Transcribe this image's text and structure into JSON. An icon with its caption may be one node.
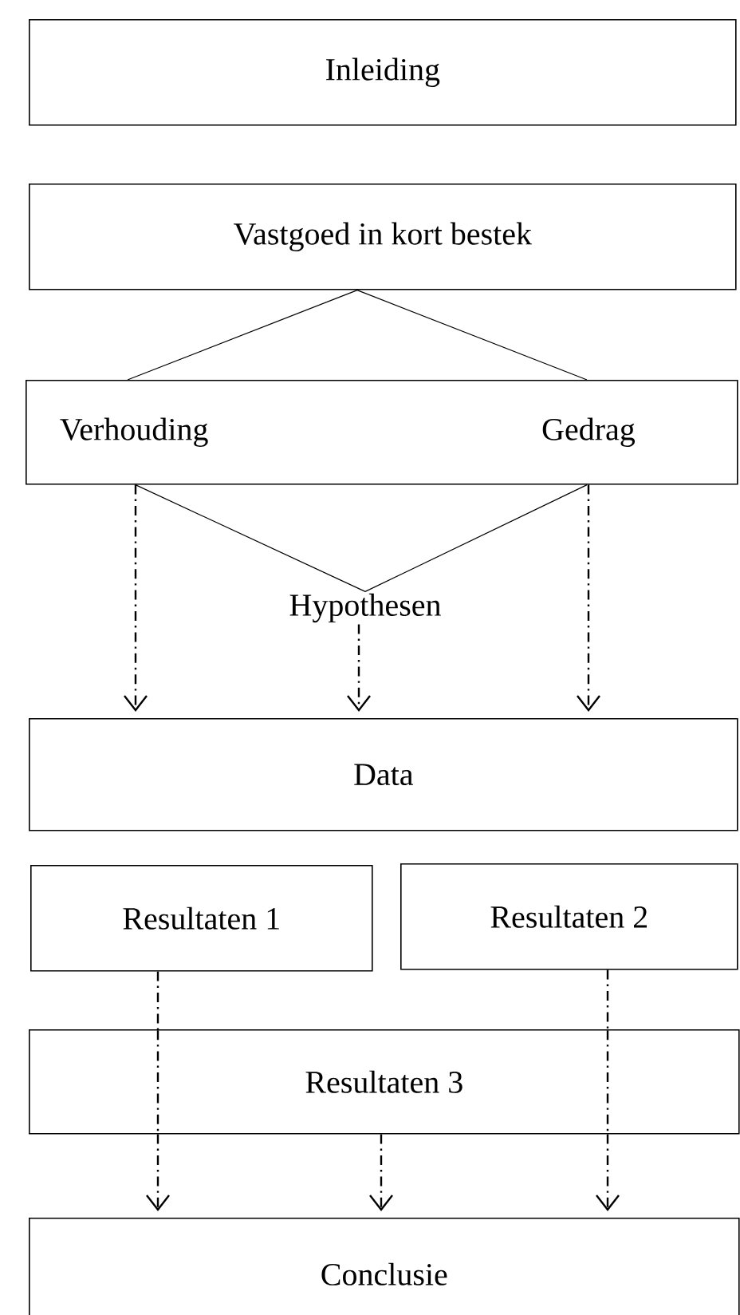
{
  "diagram": {
    "nodes": [
      {
        "text": [
          "Inleiding"
        ]
      },
      {
        "text": [
          "Vastgoed in kort bestek"
        ]
      },
      {
        "text": [
          "Verhouding",
          "Gedrag"
        ]
      },
      {
        "text": [
          "Hypothesen"
        ]
      },
      {
        "text": [
          "Data"
        ]
      },
      {
        "text": [
          "Resultaten 1"
        ]
      },
      {
        "text": [
          "Resultaten 2"
        ]
      },
      {
        "text": [
          "Resultaten 3"
        ]
      },
      {
        "text": [
          "Conclusie"
        ]
      }
    ],
    "edges": [
      {
        "from": 1,
        "to": 2,
        "arrow": "none"
      },
      {
        "from": 1,
        "to": 2,
        "arrow": "none"
      },
      {
        "from": 2,
        "to": 3,
        "arrow": "none"
      },
      {
        "from": 2,
        "to": 3,
        "arrow": "none"
      },
      {
        "from": 2,
        "to": 4,
        "arrow": "to",
        "style": "dashed"
      },
      {
        "from": 3,
        "to": 4,
        "arrow": "to",
        "style": "dashed"
      },
      {
        "from": 2,
        "to": 4,
        "arrow": "to",
        "style": "dashed"
      },
      {
        "from": 5,
        "to": 7,
        "arrow": "none",
        "style": "dashed"
      },
      {
        "from": 6,
        "to": 7,
        "arrow": "none",
        "style": "dashed"
      },
      {
        "from": 7,
        "to": 8,
        "arrow": "to",
        "style": "dashed"
      },
      {
        "from": 7,
        "to": 8,
        "arrow": "to",
        "style": "dashed"
      },
      {
        "from": 7,
        "to": 8,
        "arrow": "to",
        "style": "dashed"
      }
    ]
  }
}
